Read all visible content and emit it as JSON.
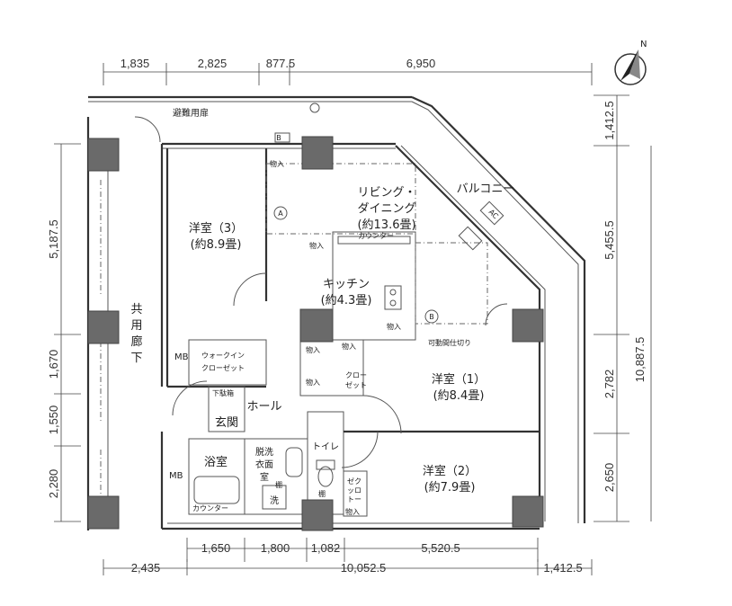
{
  "compass": {
    "north_label": "N"
  },
  "dimensions": {
    "top": [
      "1,835",
      "2,825",
      "877.5",
      "6,950"
    ],
    "bottom_inner": [
      "1,650",
      "1,800",
      "1,082",
      "5,520.5"
    ],
    "bottom_outer": [
      "2,435",
      "10,052.5",
      "1,412.5"
    ],
    "left": [
      "5,187.5",
      "1,670",
      "1,550",
      "2,280"
    ],
    "right_outer": [
      "1,412.5",
      "5,455.5",
      "10,887.5"
    ],
    "right_inner": [
      "2,782",
      "2,650"
    ]
  },
  "rooms": {
    "evacuation_door": "避難用扉",
    "living_1": "リビング・",
    "living_2": "ダイニング",
    "living_3": "(約13.6畳)",
    "balcony": "バルコニー",
    "western3_1": "洋室（3）",
    "western3_2": "(約8.9畳)",
    "kitchen_1": "キッチン",
    "kitchen_2": "(約4.3畳)",
    "counter": "カウンター",
    "corridor_1": "共",
    "corridor_2": "用",
    "corridor_3": "廊",
    "corridor_4": "下",
    "western1_1": "洋室（1）",
    "western1_2": "(約8.4畳)",
    "western2_1": "洋室（2）",
    "western2_2": "(約7.9畳)",
    "hall": "ホール",
    "entrance": "玄関",
    "shoe_box": "下駄箱",
    "walkin_1": "ウォークイン",
    "walkin_2": "クローゼット",
    "mb_top": "MB",
    "mb_bottom": "MB",
    "bath": "浴室",
    "bath_counter": "カウンター",
    "washroom_1": "脱洗",
    "washroom_2": "衣面",
    "washroom_3": "室",
    "toilet": "トイレ",
    "storage": "物入",
    "closet_1": "クロー",
    "closet_2": "ゼット",
    "cl2_1": "ゼク",
    "cl2_2": "ッロ",
    "cl2_3": "トー",
    "movable_partition": "可動間仕切り",
    "washer": "洗",
    "shelf": "棚",
    "mark_a": "A",
    "mark_b": "B",
    "ac": "AC",
    "box_b": "B"
  }
}
